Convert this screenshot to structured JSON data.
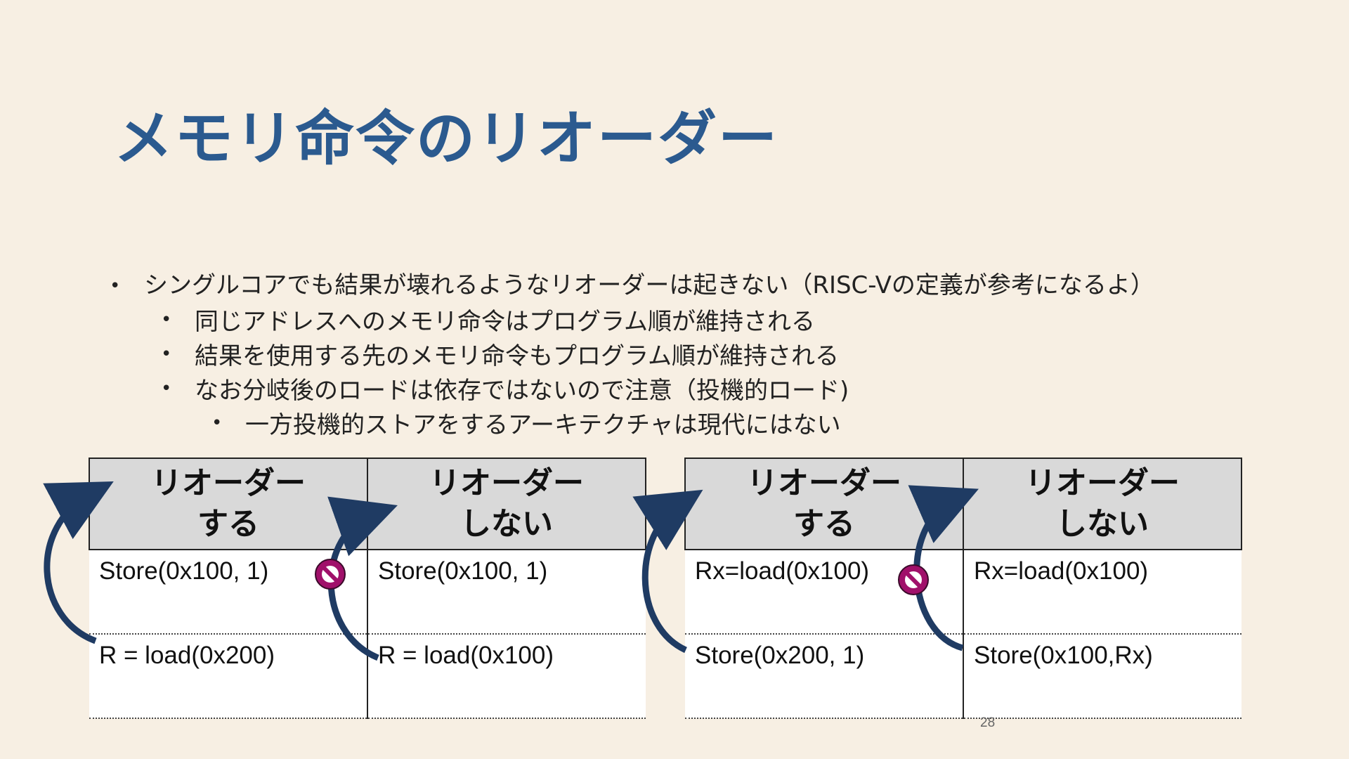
{
  "slide": {
    "title": "メモリ命令のリオーダー",
    "bullets": [
      {
        "level": 1,
        "text": "シングルコアでも結果が壊れるようなリオーダーは起きない（RISC-Vの定義が参考になるよ）"
      },
      {
        "level": 2,
        "text": "同じアドレスへのメモリ命令はプログラム順が維持される"
      },
      {
        "level": 2,
        "text": "結果を使用する先のメモリ命令もプログラム順が維持される"
      },
      {
        "level": 2,
        "text": "なお分岐後のロードは依存ではないので注意（投機的ロード)"
      },
      {
        "level": 3,
        "text": "一方投機的ストアをするアーキテクチャは現代にはない"
      }
    ],
    "bullet_marker": "•",
    "tables": [
      {
        "headers": [
          {
            "line1": "リオーダー",
            "line2": "する"
          },
          {
            "line1": "リオーダー",
            "line2": "しない"
          }
        ],
        "rows": [
          [
            "Store(0x100, 1)",
            "Store(0x100, 1)"
          ],
          [
            "R = load(0x200)",
            "R = load(0x100)"
          ]
        ]
      },
      {
        "headers": [
          {
            "line1": "リオーダー",
            "line2": "する"
          },
          {
            "line1": "リオーダー",
            "line2": "しない"
          }
        ],
        "rows": [
          [
            "Rx=load(0x100)",
            "Rx=load(0x100)"
          ],
          [
            "Store(0x200, 1)",
            "Store(0x100,Rx)"
          ]
        ]
      }
    ],
    "page_number": "28",
    "colors": {
      "background": "#f7efe3",
      "title": "#2b5a8f",
      "header_fill": "#d9d9d9",
      "arrow": "#1f3b63",
      "prohibited": "#a0106a"
    },
    "icons": [
      "curved-arrow-icon",
      "prohibited-icon"
    ]
  }
}
